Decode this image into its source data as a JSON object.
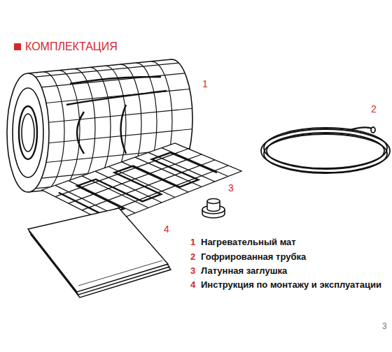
{
  "diagram": {
    "title": "КОМПЛЕКТАЦИЯ",
    "labels": [
      "1",
      "2",
      "3",
      "4",
      "1",
      "Нагревательный мат",
      "2",
      "Гофрированная трубка",
      "3",
      "Латунная заглушка",
      "4",
      "Инструкция по монтажу и эксплуатации",
      "3"
    ]
  }
}
